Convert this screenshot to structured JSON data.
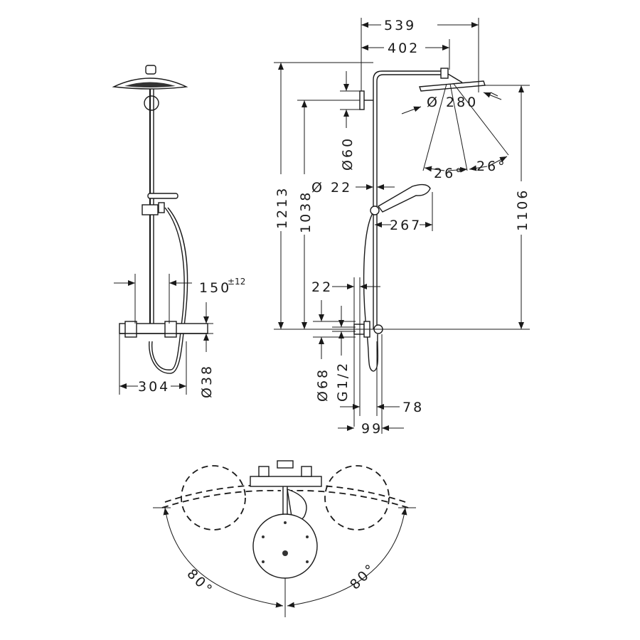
{
  "drawing": {
    "front_view": {
      "dim_distance": "150",
      "dim_distance_tolerance": "±12",
      "dim_width": "304",
      "dim_diameter_hose": "Ø38"
    },
    "side_view": {
      "dim_total_projection": "539",
      "dim_arm_projection": "402",
      "dim_head_diameter": "Ø 280",
      "dim_bracket_diameter": "Ø60",
      "dim_total_height": "1213",
      "dim_bracket_height": "1038",
      "dim_pole_diameter": "Ø 22",
      "dim_angle_left": "26°",
      "dim_angle_right": "26°",
      "dim_head_height": "1106",
      "dim_hand_shower": "267",
      "dim_pole_offset": "22",
      "dim_flange_diameter": "Ø68",
      "dim_thread": "G1/2",
      "dim_offset_78": "78",
      "dim_offset_99": "99"
    },
    "top_view": {
      "angle_left": "80°",
      "angle_right": "80°"
    }
  }
}
